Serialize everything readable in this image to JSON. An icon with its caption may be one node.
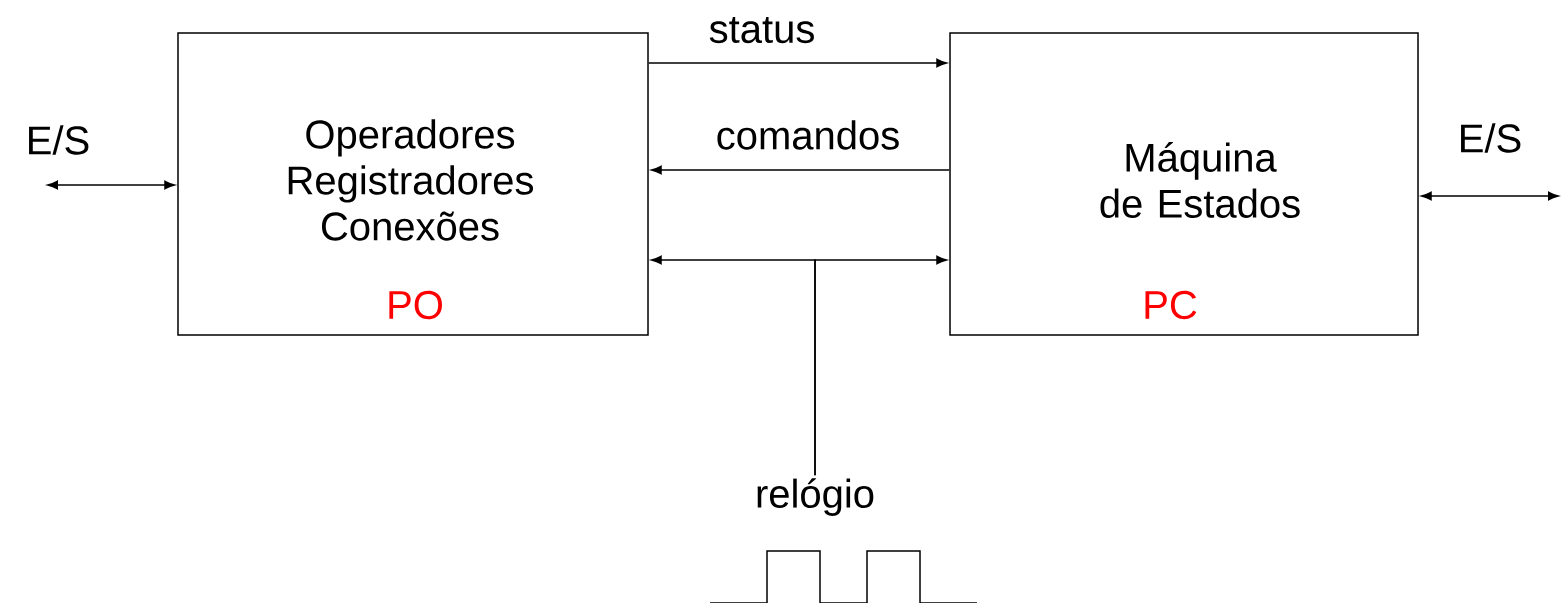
{
  "diagram": {
    "nodes": [
      {
        "text": [
          "Operadores Registradores Conexões",
          "PO"
        ]
      },
      {
        "text": [
          "Máquina de Estados",
          "PC"
        ]
      },
      {
        "text": [
          "relógio"
        ]
      }
    ],
    "edges": [
      {
        "from": 0,
        "to": 1,
        "arrow": "to",
        "label": "status"
      },
      {
        "from": 1,
        "to": 0,
        "arrow": "to",
        "label": "comandos"
      },
      {
        "from": 2,
        "to": 0,
        "arrow": "to"
      },
      {
        "from": 2,
        "to": 1,
        "arrow": "to"
      },
      {
        "from": null,
        "to": 0,
        "arrow": "both",
        "label": "E/S"
      },
      {
        "from": 1,
        "to": null,
        "arrow": "both",
        "label": "E/S"
      }
    ]
  }
}
